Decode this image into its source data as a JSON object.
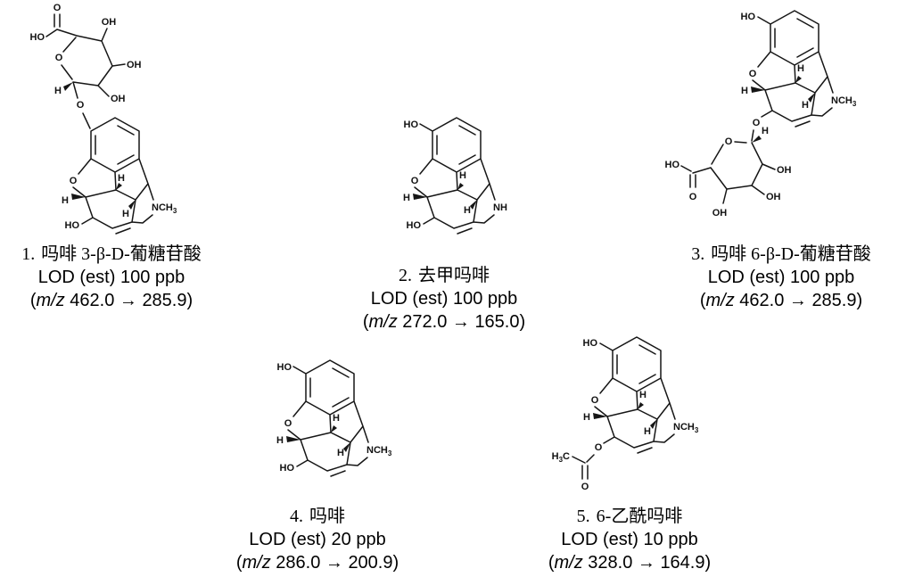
{
  "page": {
    "background": "#ffffff",
    "ink": "#161616"
  },
  "compounds": [
    {
      "number": "1.",
      "name": "吗啡 3-β-D-葡糖苷酸",
      "lod": "LOD (est) 100 ppb",
      "mz_open": "(",
      "mz_label": "m/z",
      "mz_value": " 462.0 → 285.9)",
      "labels": {
        "carboxyl_o": "O",
        "carboxyl_ho": "HO",
        "oh_top": "OH",
        "oh_right": "OH",
        "oh_lower": "OH",
        "ring_o": "O",
        "anomeric_h": "H",
        "linker_o": "O",
        "furan_o": "O",
        "h5": "H",
        "h13": "H",
        "h14": "H",
        "ho6": "HO",
        "n": "NCH",
        "n_sub": "3"
      }
    },
    {
      "number": "2.",
      "name": "去甲吗啡",
      "lod": "LOD (est) 100 ppb",
      "mz_open": "(",
      "mz_label": "m/z",
      "mz_value": " 272.0 → 165.0)",
      "labels": {
        "ho3": "HO",
        "furan_o": "O",
        "h5": "H",
        "h13": "H",
        "h14": "H",
        "ho6": "HO",
        "n": "NH"
      }
    },
    {
      "number": "3.",
      "name": "吗啡 6-β-D-葡糖苷酸",
      "lod": "LOD (est) 100 ppb",
      "mz_open": "(",
      "mz_label": "m/z",
      "mz_value": " 462.0 → 285.9)",
      "labels": {
        "ho3": "HO",
        "furan_o": "O",
        "h5": "H",
        "h13": "H",
        "h14": "H",
        "linker_o": "O",
        "anomeric_h": "H",
        "ring_o": "O",
        "oh_r1": "OH",
        "oh_r2": "OH",
        "oh_b": "OH",
        "carboxyl_o": "O",
        "carboxyl_ho": "HO",
        "n": "NCH",
        "n_sub": "3"
      }
    },
    {
      "number": "4.",
      "name": "吗啡",
      "lod": "LOD (est) 20 ppb",
      "mz_open": "(",
      "mz_label": "m/z",
      "mz_value": " 286.0 → 200.9)",
      "labels": {
        "ho3": "HO",
        "furan_o": "O",
        "h5": "H",
        "h13": "H",
        "h14": "H",
        "ho6": "HO",
        "n": "NCH",
        "n_sub": "3"
      }
    },
    {
      "number": "5.",
      "name": "6-乙酰吗啡",
      "lod": "LOD (est) 10 ppb",
      "mz_open": "(",
      "mz_label": "m/z",
      "mz_value": " 328.0 → 164.9)",
      "labels": {
        "ho3": "HO",
        "furan_o": "O",
        "h5": "H",
        "h13": "H",
        "h14": "H",
        "ester_o": "O",
        "carbonyl_o": "O",
        "ch3_h": "H",
        "ch3_sub": "3",
        "ch3_c": "C",
        "n": "NCH",
        "n_sub": "3"
      }
    }
  ]
}
